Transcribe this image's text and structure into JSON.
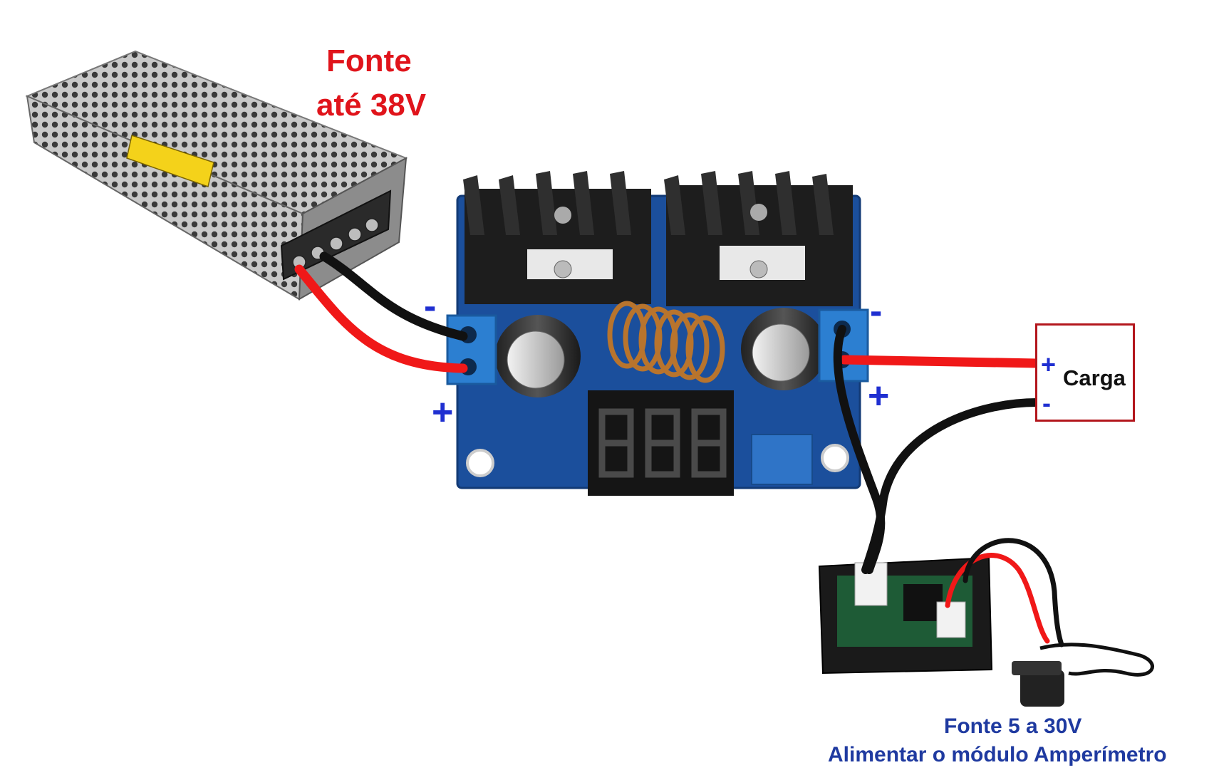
{
  "labels": {
    "source_title_line1": "Fonte",
    "source_title_line2": "até 38V",
    "input_minus": "-",
    "input_plus": "+",
    "output_minus": "-",
    "output_plus": "+",
    "load_plus": "+",
    "load_minus": "-",
    "load_label": "Carga",
    "adapter_line1": "Fonte 5 a 30V",
    "adapter_line2": "Alimentar o módulo Amperímetro"
  },
  "colors": {
    "red_wire": "#f01818",
    "black_wire": "#111111",
    "pcb_blue": "#1b4f9c",
    "terminal_blue": "#2c7fd1",
    "label_red": "#e0141b",
    "label_blue": "#1f2fd1",
    "box_border": "#b3161c"
  }
}
